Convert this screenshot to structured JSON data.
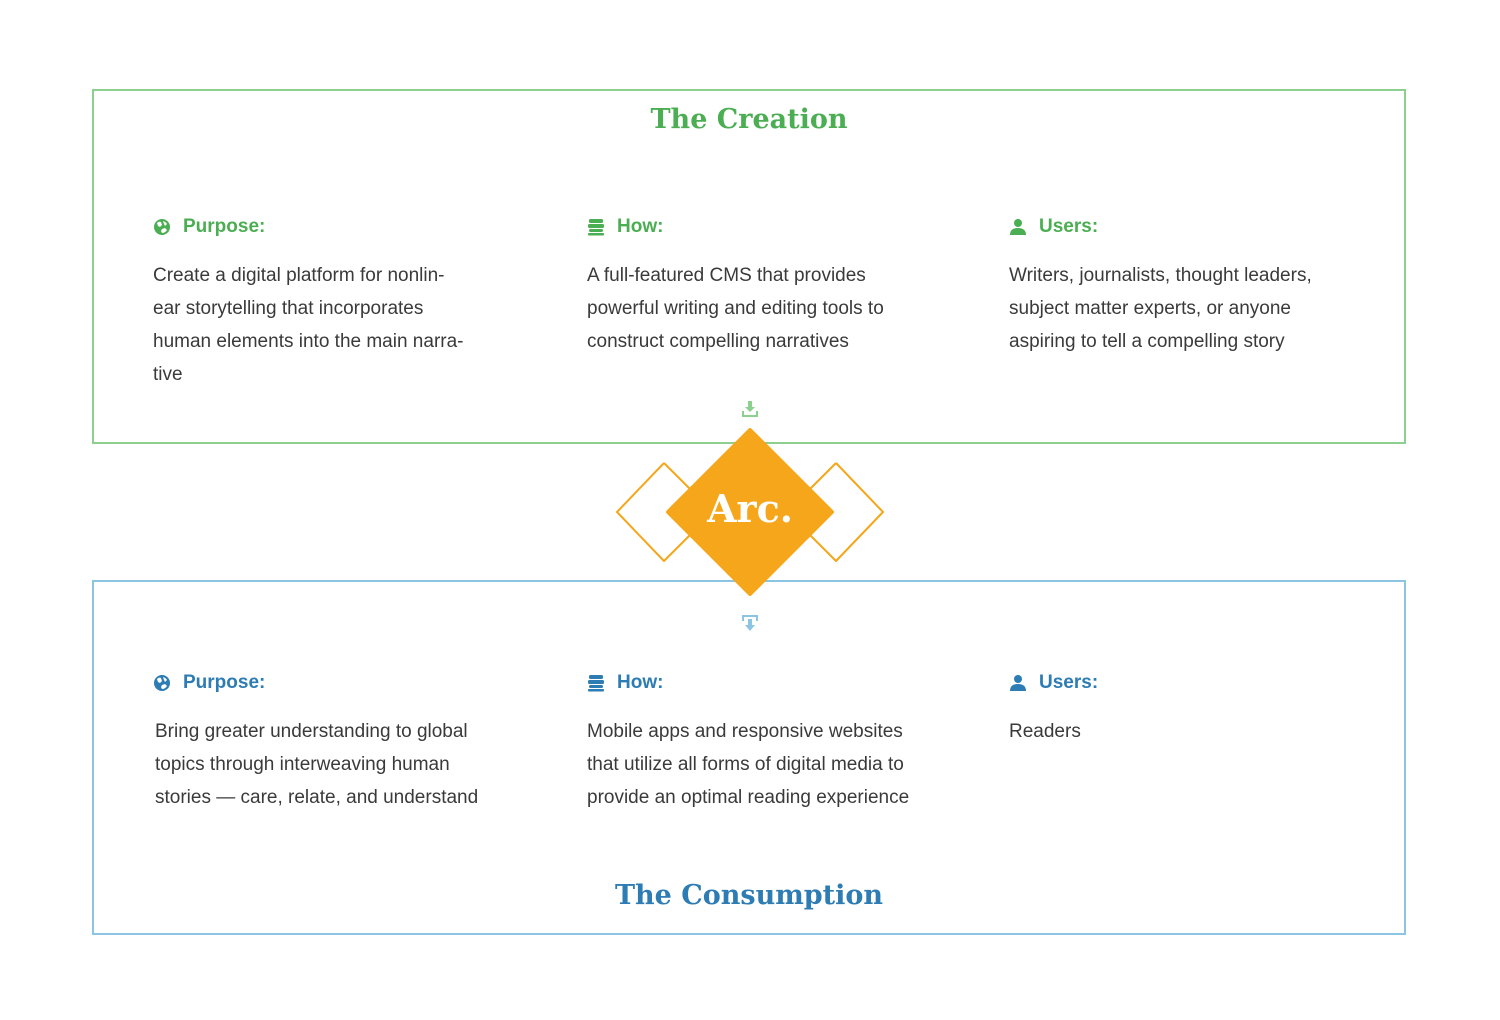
{
  "colors": {
    "creation_accent": "#4cae52",
    "creation_border": "#8dcf8f",
    "consumption_accent": "#2d7cb4",
    "consumption_border": "#8cc4e3",
    "logo_fill": "#f5a61a"
  },
  "creation": {
    "title": "The Creation",
    "columns": [
      {
        "icon": "globe-icon",
        "label": "Purpose:",
        "text": "Create a digital platform for nonlin-\near storytelling that incorporates\nhuman elements into the main narra-\ntive"
      },
      {
        "icon": "stack-icon",
        "label": "How:",
        "text": "A full-featured CMS that provides\npowerful writing and editing tools to\nconstruct compelling narratives"
      },
      {
        "icon": "user-icon",
        "label": "Users:",
        "text": "Writers, journalists, thought leaders,\nsubject matter experts, or anyone\naspiring to tell a compelling story"
      }
    ]
  },
  "logo": {
    "text": "Arc."
  },
  "consumption": {
    "title": "The Consumption",
    "columns": [
      {
        "icon": "globe-icon",
        "label": "Purpose:",
        "text": "Bring greater understanding to global\ntopics through interweaving human\nstories — care, relate, and understand"
      },
      {
        "icon": "stack-icon",
        "label": "How:",
        "text": "Mobile apps and responsive websites\nthat utilize all forms of digital media to\nprovide an optimal reading experience"
      },
      {
        "icon": "user-icon",
        "label": "Users:",
        "text": "Readers"
      }
    ]
  },
  "connectors": {
    "top_icon": "download-tray-icon",
    "bottom_icon": "export-down-icon"
  }
}
